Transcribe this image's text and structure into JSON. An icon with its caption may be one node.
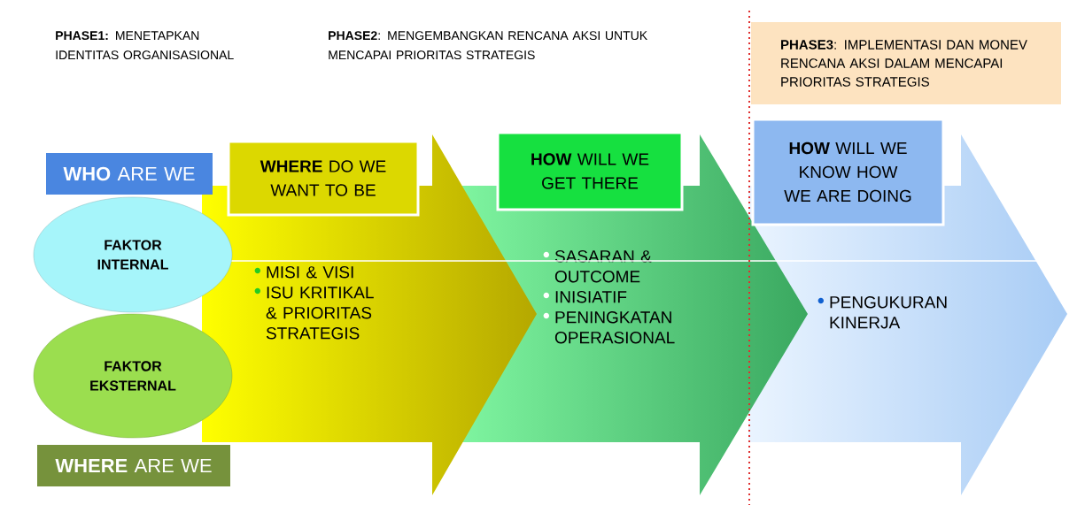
{
  "diagram": {
    "nodes": [
      {
        "text": [
          "FAKTOR INTERNAL"
        ]
      },
      {
        "text": [
          "FAKTOR EKSTERNAL"
        ]
      },
      {
        "text": [
          "**WHO** ARE WE"
        ]
      },
      {
        "text": [
          "**WHERE** ARE WE"
        ]
      },
      {
        "text": [
          "MISI & VISI",
          "ISU KRITIKAL & PRIORITAS STRATEGIS"
        ]
      },
      {
        "text": [
          "**WHERE** DO WE WANT TO BE"
        ]
      },
      {
        "text": [
          "SASARAN & OUTCOME",
          "INISIATIF",
          "PENINGKATAN OPERASIONAL"
        ]
      },
      {
        "text": [
          "**HOW** WILL WE GET THERE"
        ]
      },
      {
        "text": [
          "PENGUKURAN KINERJA"
        ]
      },
      {
        "text": [
          "**HOW** WILL WE KNOW HOW WE ARE DOING"
        ]
      },
      {
        "text": [
          "**PHASE3**: IMPLEMENTASI DAN MONEV RENCANA AKSI DALAM MENCAPAI PRIORITAS STRATEGIS"
        ]
      }
    ],
    "labels": [
      "**PHASE1:** MENETAPKAN IDENTITAS ORGANISASIONAL",
      "**PHASE2**: MENGEMBANGKAN RENCANA AKSI UNTUK MENCAPAI PRIORITAS STRATEGIS"
    ]
  }
}
